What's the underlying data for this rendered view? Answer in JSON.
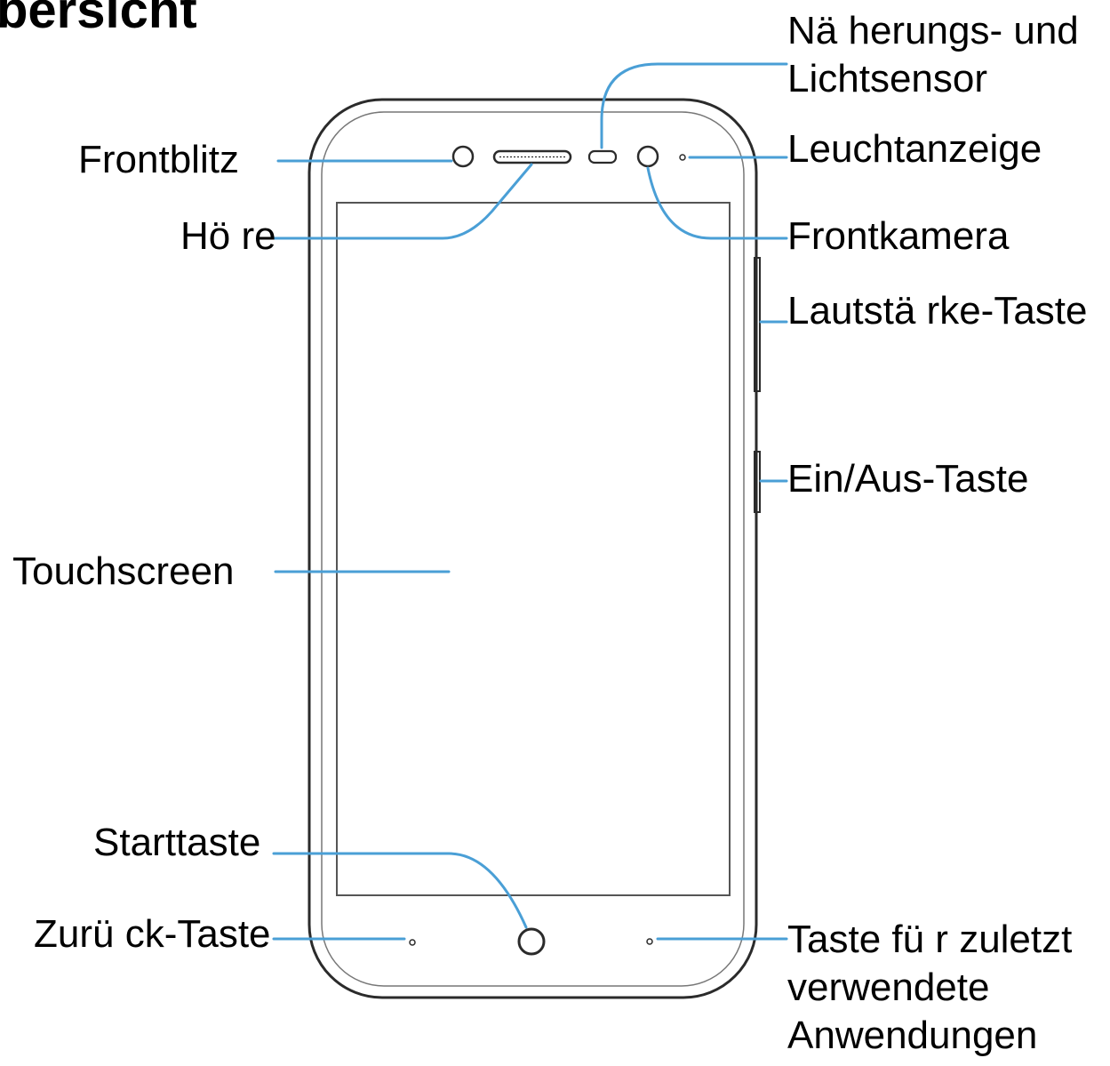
{
  "title": "bersicht",
  "labels": {
    "proximity_sensor": "Nä herungs- und\nLichtsensor",
    "front_flash": "Frontblitz",
    "indicator_light": "Leuchtanzeige",
    "earpiece": "Hö re",
    "front_camera": "Frontkamera",
    "volume_key": "Lautstä rke-Taste",
    "power_key": "Ein/Aus-Taste",
    "touchscreen": "Touchscreen",
    "home_key": "Starttaste",
    "back_key": "Zurü ck-Taste",
    "recent_apps_key": "Taste fü r zuletzt\nverwendete\nAnwendungen"
  },
  "colors": {
    "leader_line": "#4a9fd6",
    "phone_outline": "#2b2b2b",
    "text": "#000000"
  }
}
